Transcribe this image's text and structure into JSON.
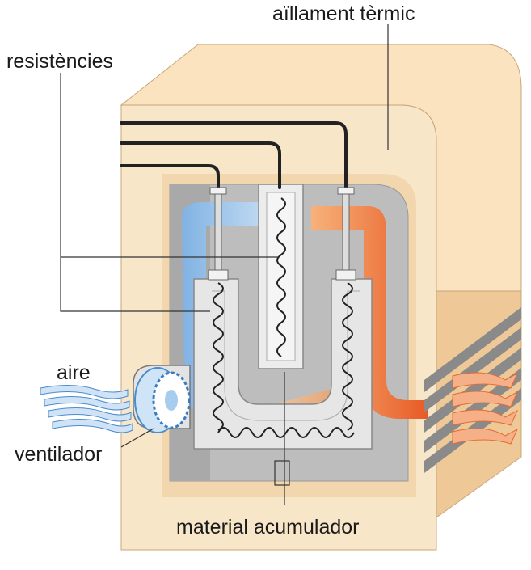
{
  "labels": {
    "insulation": "aïllament tèrmic",
    "resistors": "resistències",
    "air": "aire",
    "fan": "ventilador",
    "storage_material": "material acumulador"
  },
  "colors": {
    "insulation_front": "#f8e6c8",
    "insulation_side": "#efc898",
    "insulation_top": "#fbe3bf",
    "insulation_inner": "#f2d6ae",
    "cavity": "#bdbdbd",
    "cold_air": "#9cc8ee",
    "hot_air": "#f07a3a",
    "core": "#e4e4e4",
    "wire": "#222222"
  }
}
